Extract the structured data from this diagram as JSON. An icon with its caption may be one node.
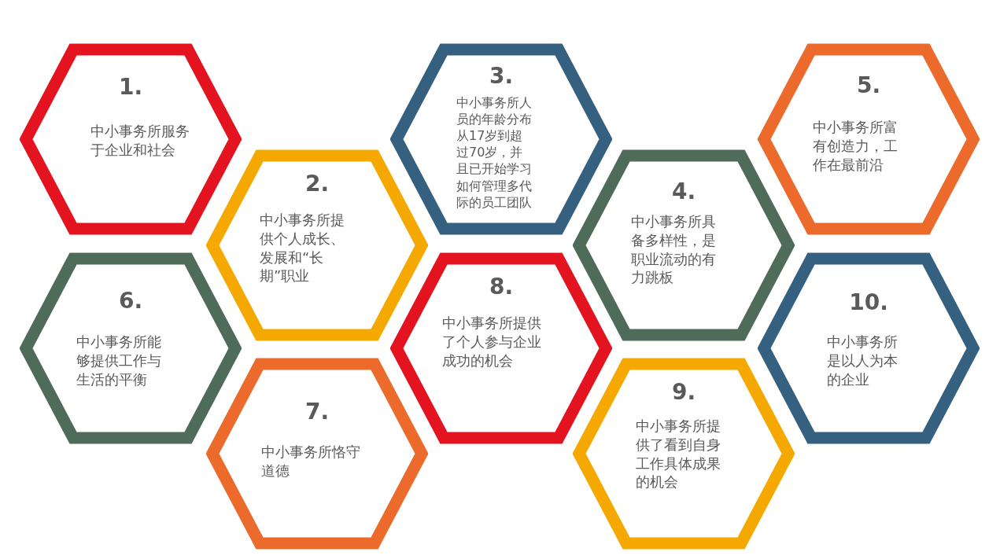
{
  "diagram": {
    "nodes": [
      {
        "text": [
          "1.",
          "中小事务所服务于企业和社会"
        ]
      },
      {
        "text": [
          "2.",
          "中小事务所提供个人成长、发展和“长期”职业"
        ]
      },
      {
        "text": [
          "3.",
          "中小事务所人员的年龄分布从17岁到超过70岁，并且已开始学习如何管理多代际的员工团队"
        ]
      },
      {
        "text": [
          "4.",
          "中小事务所具备多样性，是职业流动的有力跳板"
        ]
      },
      {
        "text": [
          "5.",
          "中小事务所富有创造力，工作在最前沿"
        ]
      },
      {
        "text": [
          "6.",
          "中小事务所能够提供工作与生活的平衡"
        ]
      },
      {
        "text": [
          "7.",
          "中小事务所恪守道德"
        ]
      },
      {
        "text": [
          "8.",
          "中小事务所提供了个人参与企业成功的机会"
        ]
      },
      {
        "text": [
          "9.",
          "中小事务所提供了看到自身工作具体成果的机会"
        ]
      },
      {
        "text": [
          "10.",
          "中小事务所是以人为本的企业"
        ]
      }
    ]
  }
}
